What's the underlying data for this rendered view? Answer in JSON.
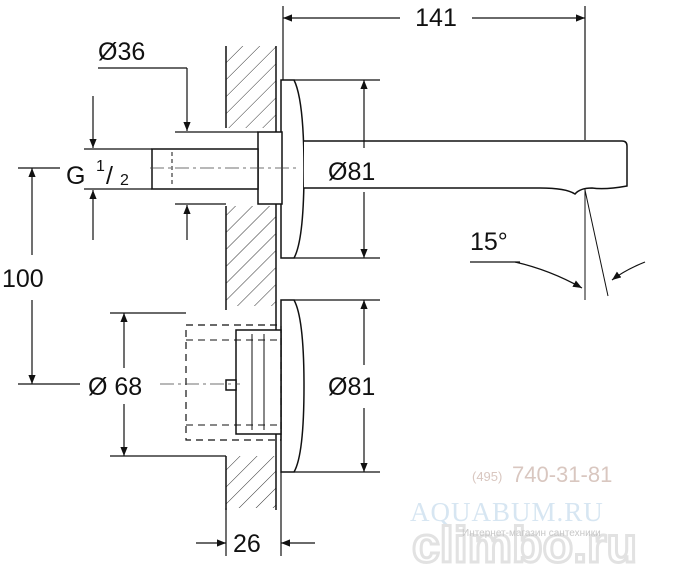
{
  "dimensions": {
    "width_total": "141",
    "spout_diameter": "Ø36",
    "thread_prefix": "G ",
    "thread_num": "1",
    "thread_slash": "/",
    "thread_den": "2",
    "rosette_upper": "Ø81",
    "angle": "15°",
    "center_distance": "100",
    "body_diameter": "Ø 68",
    "rosette_lower": "Ø81",
    "depth": "26"
  },
  "watermark": {
    "phone_code": "(495)",
    "phone_number": "740-31-81",
    "site": "AQUABUM.RU",
    "caption": "Интернет-магазин сантехники",
    "brand": "climbo.ru"
  }
}
